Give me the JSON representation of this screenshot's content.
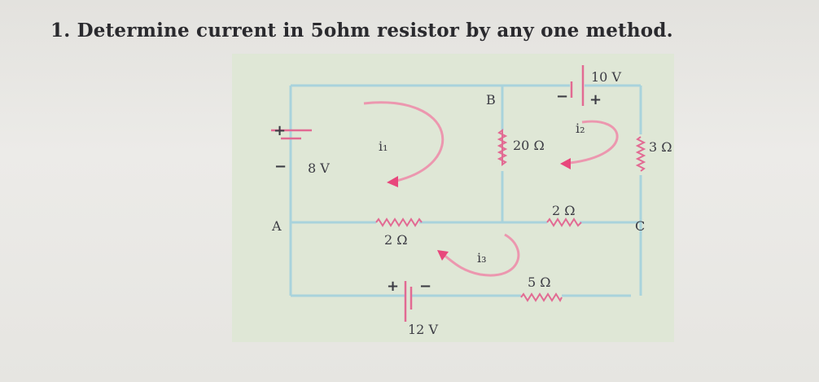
{
  "question": {
    "title": "1. Determine current in 5ohm resistor by any one method."
  },
  "circuit": {
    "nodes": {
      "a": "A",
      "b": "B",
      "c": "C"
    },
    "sources": {
      "left": {
        "value": "8 V",
        "plus": "+",
        "minus": "−"
      },
      "top": {
        "value": "10 V",
        "plus": "+",
        "minus": "−"
      },
      "bottom": {
        "value": "12 V",
        "plus": "+",
        "minus": "−"
      }
    },
    "resistors": {
      "r_20": "20 Ω",
      "r_3": "3 Ω",
      "r_ab": "2 Ω",
      "r_bc": "2 Ω",
      "r_5": "5 Ω"
    },
    "mesh_currents": {
      "i1": "i₁",
      "i2": "i₂",
      "i3": "i₃"
    },
    "colors": {
      "wire": "#a9d3dc",
      "component": "#e26a93",
      "arrow": "#ec97af"
    }
  }
}
